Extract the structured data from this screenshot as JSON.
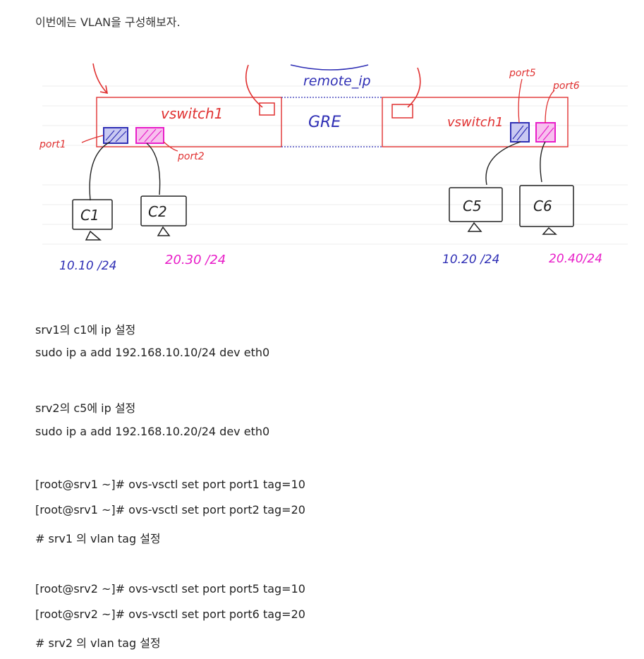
{
  "intro": "이번에는 VLAN을 구성해보자.",
  "diagram": {
    "remote_label": "remote_ip",
    "gre_label": "GRE",
    "switch_left": "vswitch1",
    "switch_right": "vswitch1",
    "port1": "port1",
    "port2": "port2",
    "port5": "port5",
    "port6": "port6",
    "c1": "C1",
    "c2": "C2",
    "c5": "C5",
    "c6": "C6",
    "ip_c1": "10.10 /24",
    "ip_c2": "20.30 /24",
    "ip_c5": "10.20 /24",
    "ip_c6": "20.40/24",
    "colors": {
      "red": "#e03131",
      "blue": "#2f2fb5",
      "magenta": "#e81ec8",
      "black": "#222222"
    }
  },
  "lines": [
    "srv1의 c1에 ip 설정",
    "sudo ip a add 192.168.10.10/24 dev eth0",
    "srv2의 c5에 ip 설정",
    "sudo ip a add 192.168.10.20/24 dev eth0",
    "[root@srv1 ~]# ovs-vsctl set port port1 tag=10",
    "[root@srv1 ~]# ovs-vsctl set port port2 tag=20",
    "# srv1 의 vlan tag 설정",
    "[root@srv2 ~]# ovs-vsctl set port port5 tag=10",
    "[root@srv2 ~]# ovs-vsctl set port port6 tag=20",
    "# srv2 의 vlan tag 설정"
  ]
}
